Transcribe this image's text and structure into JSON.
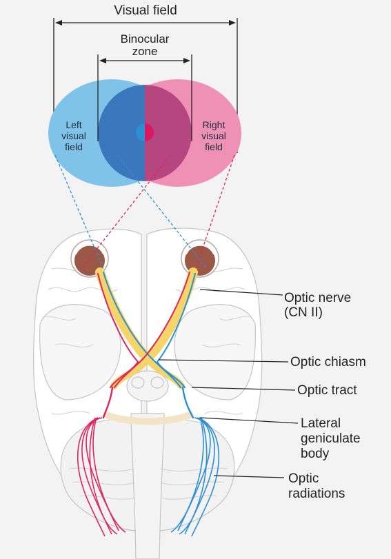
{
  "top": {
    "visual_field": "Visual field",
    "binocular_line1": "Binocular",
    "binocular_line2": "zone",
    "left_field": [
      "Left",
      "visual",
      "field"
    ],
    "right_field": [
      "Right",
      "visual",
      "field"
    ]
  },
  "labels": {
    "optic_nerve": [
      "Optic nerve",
      "(CN II)"
    ],
    "optic_chiasm": "Optic chiasm",
    "optic_tract": "Optic tract",
    "lgb": [
      "Lateral",
      "geniculate",
      "body"
    ],
    "radiations": [
      "Optic",
      "radiations"
    ]
  },
  "colors": {
    "background": "#f3f3f3",
    "left_field": "#7ec2e8",
    "right_field": "#ee8fb3",
    "overlap_blue": "#3a77bd",
    "overlap_pink": "#b5457f",
    "blue_path": "#2b8fd6",
    "red_path": "#e0245e",
    "optic_yellow": "#f5d56a",
    "brain_fill": "#ffffff",
    "brain_stroke": "#c6c6c6"
  }
}
